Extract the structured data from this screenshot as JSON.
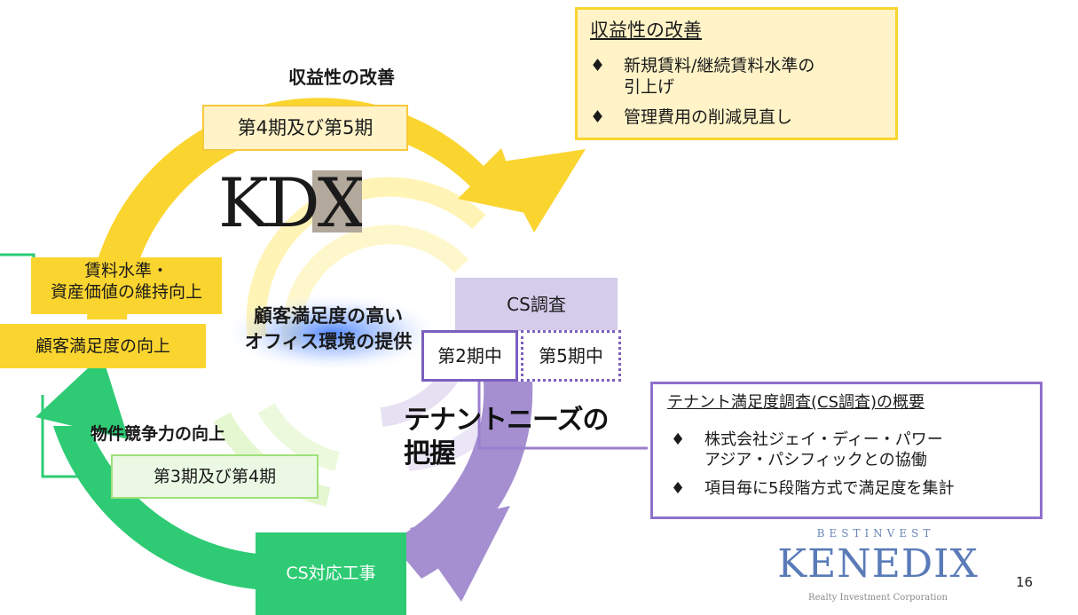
{
  "top_label": "収益性の改善",
  "period_45": "第4期及び第5期",
  "logo_kdx": "KDX",
  "box_rent": "賃料水準・\n資産価値の維持向上",
  "box_satisfaction": "顧客満足度の向上",
  "center_text": "顧客満足度の高い\nオフィス環境の提供",
  "competitiveness": "物件競争力の向上",
  "period_34": "第3期及び第4期",
  "cs_work": "CS対応工事",
  "cs_survey": "CS調査",
  "period_2": "第2期中",
  "period_5": "第5期中",
  "tenant_needs": "テナントニーズの\n把握",
  "profit_panel": {
    "title": "収益性の改善",
    "items": [
      "新規賃料/継続賃料水準の\n引上げ",
      "管理費用の削減見直し"
    ]
  },
  "cs_panel": {
    "title": "テナント満足度調査(CS調査)の概要",
    "items": [
      "株式会社ジェイ・ディー・パワー\nアジア・パシフィックとの協働",
      "項目毎に5段階方式で満足度を集計"
    ]
  },
  "bullet_glyph": "♦",
  "kenedix_arc": "BESTINVEST",
  "kenedix_name": "KENEDIX",
  "kenedix_sub": "Realty Investment Corporation",
  "page_number": "16",
  "colors": {
    "yellow": "#fbd52f",
    "green": "#2ecb74",
    "purple": "#a58fd0",
    "purple_light": "#d4ccea"
  }
}
